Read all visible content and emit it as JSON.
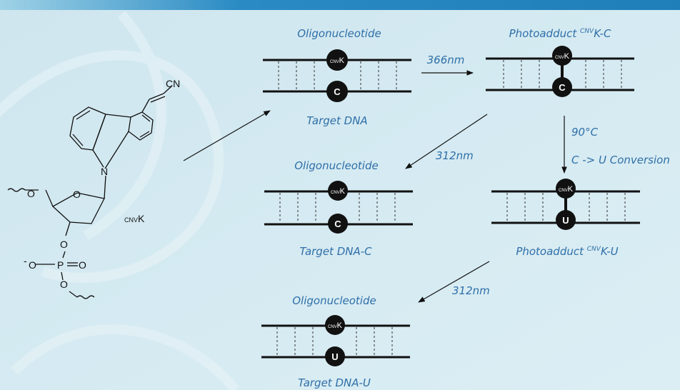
{
  "colors": {
    "label": "#2f6fa8",
    "background": "#d6e9f1",
    "header_bar": "#2a8bc4"
  },
  "molecule": {
    "cn": "CN",
    "n": "N",
    "o_ring": "O",
    "o_5prime": "O",
    "o_3prime": "O",
    "phosphate_o_minus": "O",
    "minus": "-",
    "phosphorus": "P",
    "phosphate_o_double": "O",
    "phosphate_o_bottom": "O",
    "name_sup": "CNV",
    "name": "K"
  },
  "panels": {
    "oligo_top": "Oligonucleotide",
    "target_dna": "Target DNA",
    "photoadduct_c_prefix": "Photoadduct ",
    "photoadduct_c_sup": "CNV",
    "photoadduct_c_suffix": "K-C",
    "oligo_mid": "Oligonucleotide",
    "target_dna_c": "Target DNA-C",
    "photoadduct_u_prefix": "Photoadduct ",
    "photoadduct_u_sup": "CNV",
    "photoadduct_u_suffix": "K-U",
    "oligo_bottom": "Oligonucleotide",
    "target_dna_u": "Target DNA-U"
  },
  "arrows": {
    "wavelength_366": "366nm",
    "wavelength_312_a": "312nm",
    "temperature": "90°C",
    "conversion": "C -> U Conversion",
    "wavelength_312_b": "312nm"
  },
  "bases": {
    "cnv_sup": "CNV",
    "k": "K",
    "c": "C",
    "u": "U"
  }
}
